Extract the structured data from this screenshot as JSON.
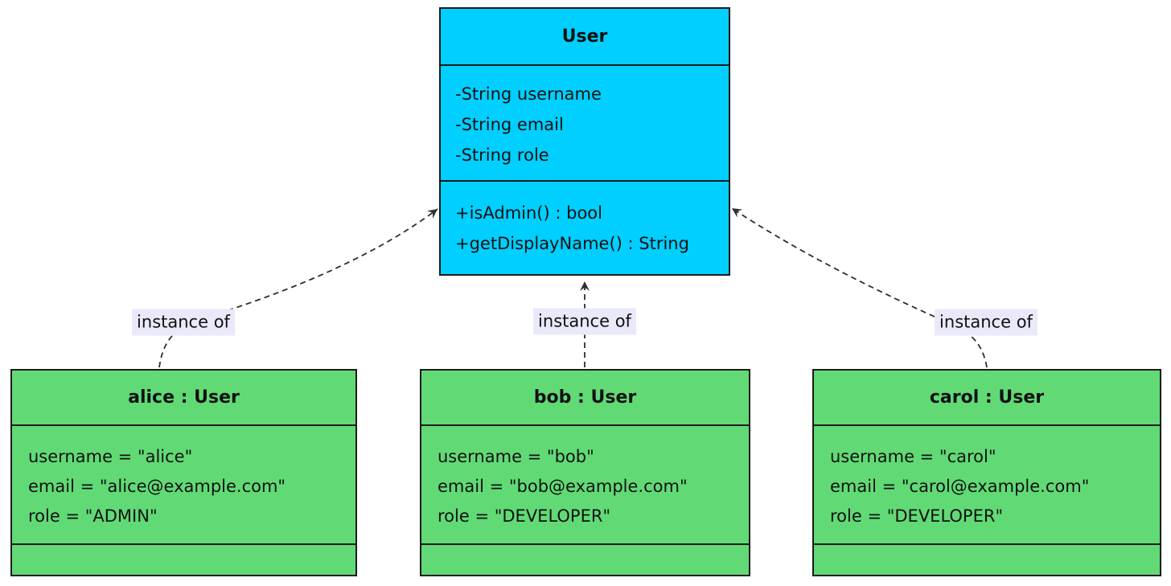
{
  "colors": {
    "class_fill": "#00cfff",
    "instance_fill": "#61da76",
    "border": "#1a1a1a",
    "edge": "#2e2e2e",
    "edge_label_bg": "#e9e9fa",
    "text": "#111111",
    "background": "#ffffff"
  },
  "class_box": {
    "title": "User",
    "attributes": [
      "-String username",
      "-String email",
      "-String role"
    ],
    "methods": [
      "+isAdmin() : bool",
      "+getDisplayName() : String"
    ]
  },
  "instances": [
    {
      "title": "alice : User",
      "fields": [
        "username = \"alice\"",
        "email = \"alice@example.com\"",
        "role = \"ADMIN\""
      ]
    },
    {
      "title": "bob : User",
      "fields": [
        "username = \"bob\"",
        "email = \"bob@example.com\"",
        "role = \"DEVELOPER\""
      ]
    },
    {
      "title": "carol : User",
      "fields": [
        "username = \"carol\"",
        "email = \"carol@example.com\"",
        "role = \"DEVELOPER\""
      ]
    }
  ],
  "edges": {
    "label": "instance of"
  }
}
